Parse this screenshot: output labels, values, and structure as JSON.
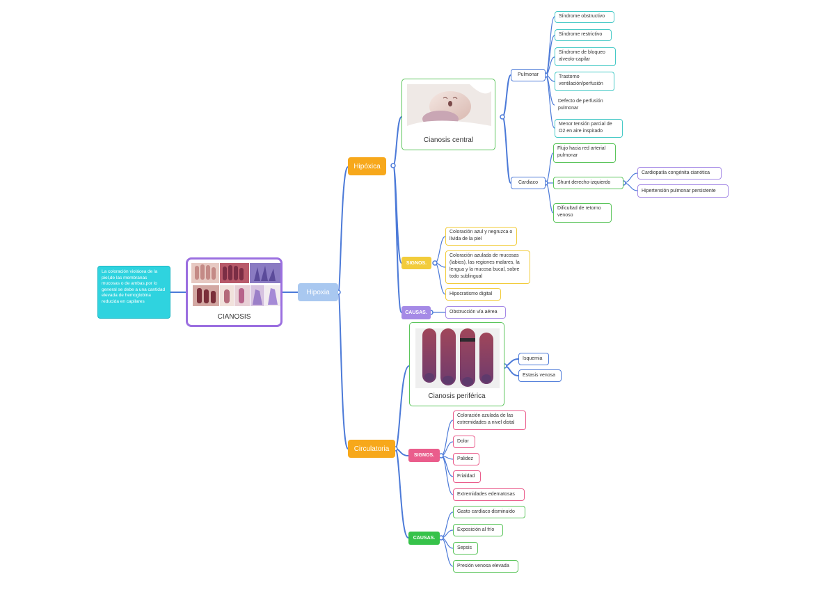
{
  "definition": "La coloración violácea de la piel,de las membranas mucosas o de ambas,por lo general se debe a una cantidad elevada de hemoglobina reducida en capilares",
  "center": {
    "title": "CIANOSIS"
  },
  "hipoxia": "Hipoxia",
  "hipoxica": {
    "label": "Hipóxica",
    "central": {
      "caption": "Cianosis central",
      "pulmonar": {
        "label": "Pulmonar",
        "items": [
          "Síndrome obstructivo",
          "Síndrome restrictivo",
          "Síndrome de bloqueo alveolo-capilar",
          "Trastorno ventilación/perfusión",
          "Defecto de perfusión pulmonar",
          "Menor tensión parcial de O2 en aire inspirado"
        ]
      },
      "cardiaco": {
        "label": "Cardiaco",
        "flujo": "Flujo hacia red arterial pulmonar",
        "shunt": "Shunt derecho-izquierdo",
        "shunt_items": [
          "Cardiopatía congénita cianótica",
          "Hipertensión pulmonar persistente"
        ],
        "dificultad": "Dificultad de retorno venoso"
      }
    },
    "signos": {
      "label": "SIGNOS.",
      "items": [
        "Coloración azul y negruzca o lívida de la piel",
        "Coloración azulada de mucosas (labios), las regiones malares, la lengua y la mucosa bucal, sobre todo sublingual",
        "Hipocratismo digital"
      ]
    },
    "causas": {
      "label": "CAUSAS.",
      "items": [
        "Obstrucción vía aérea"
      ]
    }
  },
  "circulatoria": {
    "label": "Circulatoria",
    "periferica": {
      "caption": "Cianosis periférica",
      "items": [
        "Isquemia",
        "Estasis venosa"
      ]
    },
    "signos": {
      "label": "SIGNOS.",
      "items": [
        "Coloración azulada de las extremidades a nivel distal",
        "Dolor",
        "Palidez",
        "Frialdad",
        "Extremidades edematosas"
      ]
    },
    "causas": {
      "label": "CAUSAS.",
      "items": [
        "Gasto cardíaco disminuido",
        "Exposición al frío",
        "Sepsis",
        "Presión venosa elevada"
      ]
    }
  },
  "colors": {
    "line": "#4c7ad8",
    "center_border": "#9b6fe0",
    "definition_bg": "#2fd3df",
    "hipoxia_bg": "#a9c8f0",
    "orange": "#f7a81b",
    "yellow": "#f2cc3b",
    "purple": "#a58ae6",
    "pink": "#ea5d8c",
    "green": "#36c24a",
    "teal": "#45c9c6"
  }
}
